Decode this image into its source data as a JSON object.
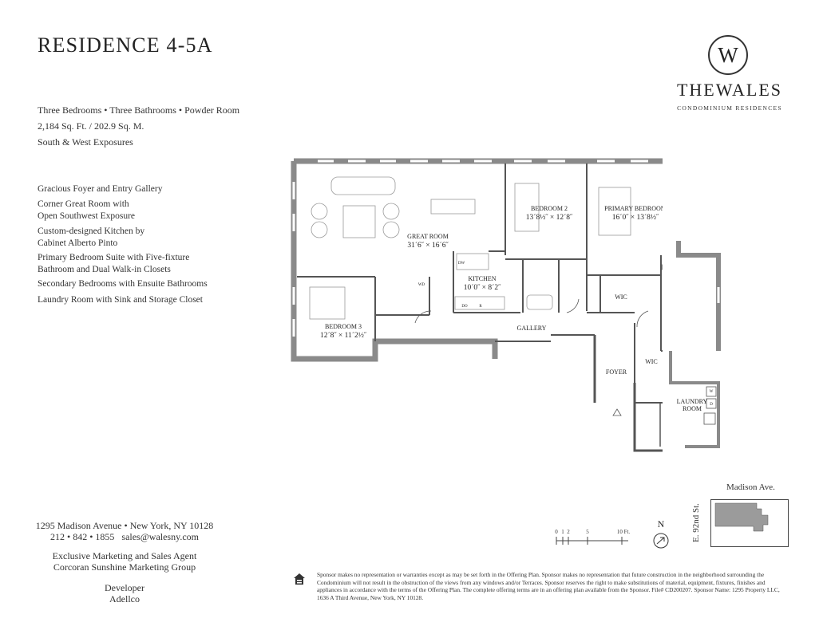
{
  "title": "RESIDENCE 4-5A",
  "specs": {
    "rooms": "Three Bedrooms • Three Bathrooms • Powder Room",
    "area": "2,184 Sq. Ft. / 202.9 Sq. M.",
    "exposure": "South & West Exposures"
  },
  "features": [
    "Gracious Foyer and Entry Gallery",
    "Corner Great Room with Open Southwest Exposure",
    "Custom-designed Kitchen by Cabinet Alberto Pinto",
    "Primary Bedroom Suite with Five-fixture Bathroom and Dual Walk-in Closets",
    "Secondary Bedrooms with Ensuite Bathrooms",
    "Laundry Room with Sink and Storage Closet"
  ],
  "contact": {
    "address": "1295 Madison Avenue • New York, NY 10128",
    "phone_email": "212 • 842 • 1855   sales@walesny.com",
    "agent_title": "Exclusive Marketing and Sales Agent",
    "agent_name": "Corcoran Sunshine Marketing Group",
    "developer_title": "Developer",
    "developer_name": "Adellco"
  },
  "brand": {
    "monogram": "W",
    "name": "THEWALES",
    "subtitle": "CONDOMINIUM RESIDENCES"
  },
  "rooms": {
    "great_room": {
      "name": "GREAT ROOM",
      "dims": "31´6˝ × 16´6˝"
    },
    "kitchen": {
      "name": "KITCHEN",
      "dims": "10´0˝ × 8´2˝"
    },
    "bedroom2": {
      "name": "BEDROOM 2",
      "dims": "13´8½˝ × 12´8˝"
    },
    "primary": {
      "name": "PRIMARY BEDROOM",
      "dims": "16´0˝ × 13´8½˝"
    },
    "bedroom3": {
      "name": "BEDROOM 3",
      "dims": "12´8˝ × 11´2½˝"
    },
    "gallery": "GALLERY",
    "foyer": "FOYER",
    "wic": "WIC",
    "laundry_line1": "LAUNDRY",
    "laundry_line2": "ROOM",
    "dw": "DW",
    "do": "DO",
    "r": "R",
    "wd": "WD",
    "w": "W",
    "d": "D"
  },
  "map": {
    "street_top": "Madison Ave.",
    "street_side": "E. 92nd St.",
    "north": "N"
  },
  "scale": {
    "ticks": [
      "0",
      "1",
      "2",
      "5",
      "10 Ft."
    ]
  },
  "disclaimer": "Sponsor makes no representation or warranties except as may be set forth in the Offering Plan. Sponsor makes no representation that future construction in the neighborhood surrounding the Condominium will not result in the obstruction of the views from any windows and/or Terraces. Sponsor reserves the right to make substitutions of material, equipment, fixtures, finishes and appliances in accordance with the terms of the Offering Plan. The complete offering terms are in an offering plan available from the Sponsor. File# CD200207. Sponsor Name: 1295 Property LLC, 1636 A Third Avenue, New York, NY 10128.",
  "colors": {
    "wall": "#8a8a8a",
    "line": "#555555",
    "furniture": "#9a9a9a"
  }
}
